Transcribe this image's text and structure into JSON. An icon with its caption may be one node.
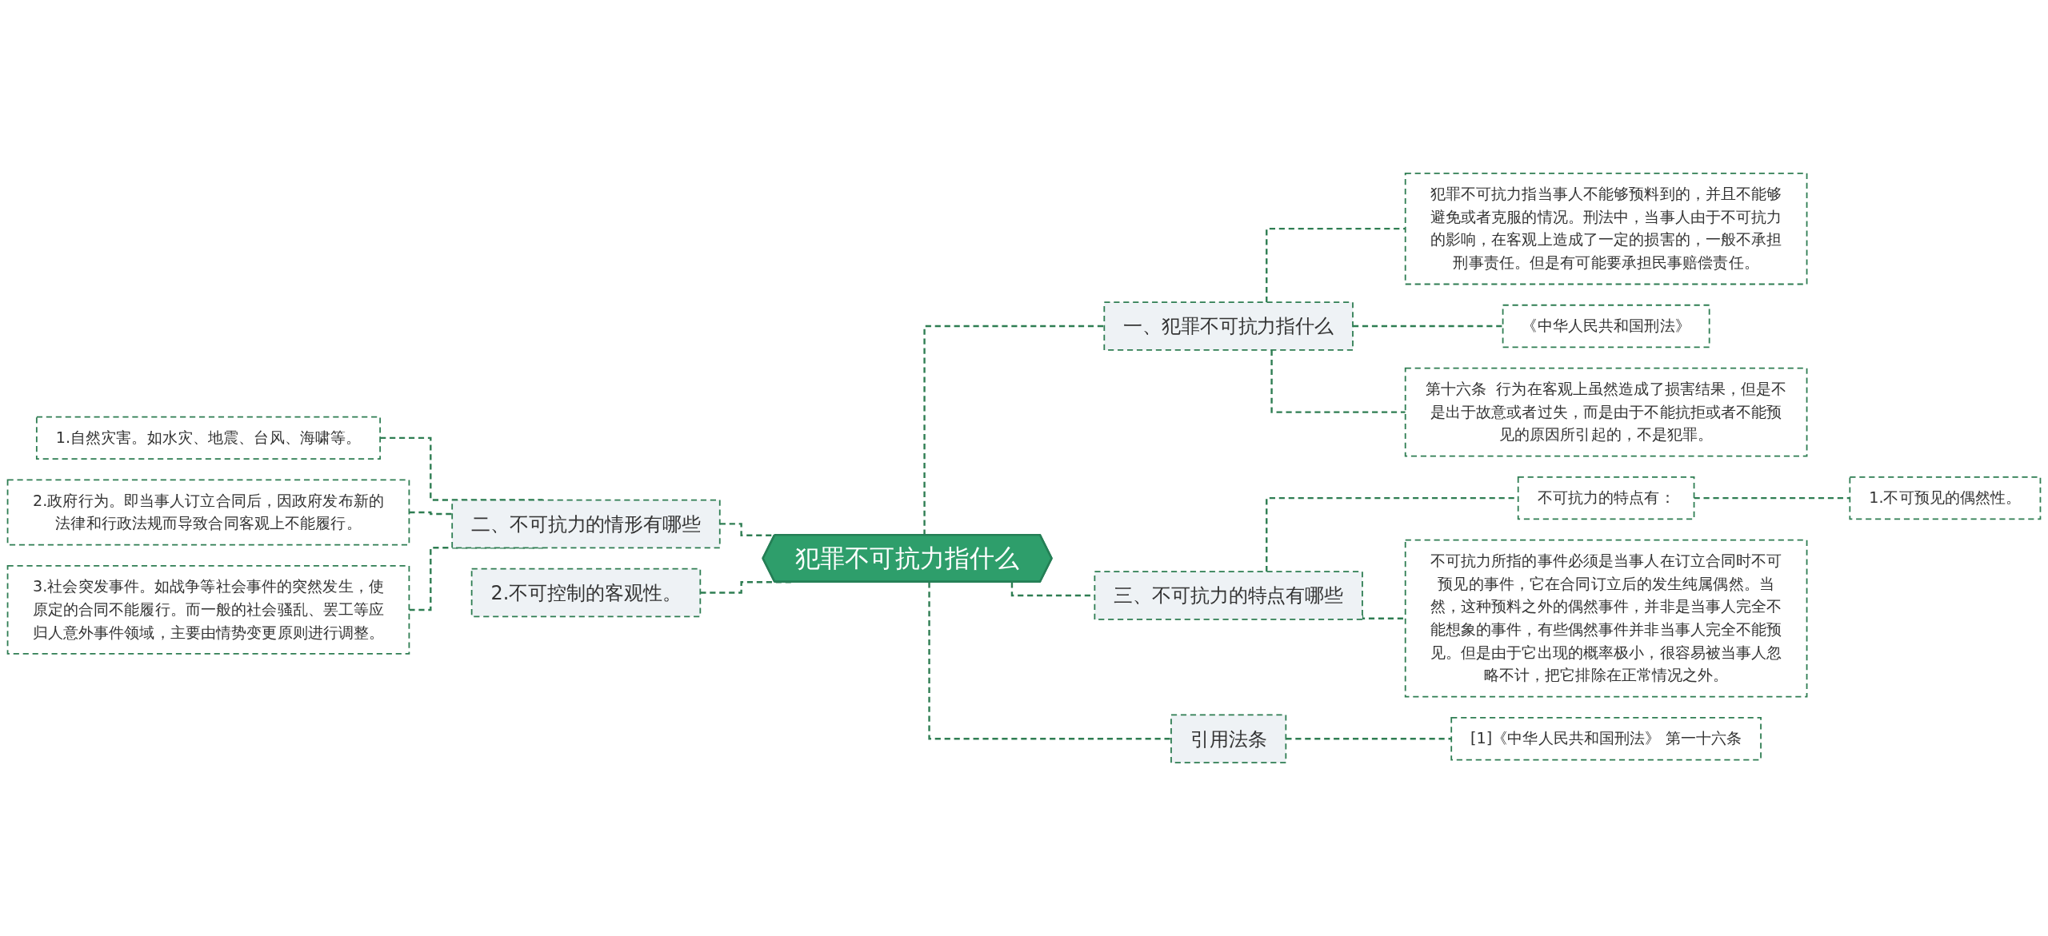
{
  "diagram": {
    "nodes": [
      {
        "text": [
          "犯罪不可抗力指什么"
        ]
      },
      {
        "text": [
          "二、不可抗力的情形有哪些"
        ]
      },
      {
        "text": [
          "1.自然灾害。如水灾、地震、台风、海啸等。"
        ]
      },
      {
        "text": [
          "2.政府行为。即当事人订立合同后，因政府发布新的法律和行政法规而导致合同客观上不能履行。"
        ]
      },
      {
        "text": [
          "3.社会突发事件。如战争等社会事件的突然发生，使原定的合同不能履行。而一般的社会骚乱、罢工等应归人意外事件领域，主要由情势变更原则进行调整。"
        ]
      },
      {
        "text": [
          "2.不可控制的客观性。"
        ]
      },
      {
        "text": [
          "一、犯罪不可抗力指什么"
        ]
      },
      {
        "text": [
          "犯罪不可抗力指当事人不能够预料到的，并且不能够避免或者克服的情况。刑法中，当事人由于不可抗力的影响，在客观上造成了一定的损害的，一般不承担刑事责任。但是有可能要承担民事赔偿责任。"
        ]
      },
      {
        "text": [
          "《中华人民共和国刑法》"
        ]
      },
      {
        "text": [
          "第十六条  行为在客观上虽然造成了损害结果，但是不是出于故意或者过失，而是由于不能抗拒或者不能预见的原因所引起的，不是犯罪。"
        ]
      },
      {
        "text": [
          "三、不可抗力的特点有哪些"
        ]
      },
      {
        "text": [
          "不可抗力的特点有："
        ]
      },
      {
        "text": [
          "1.不可预见的偶然性。"
        ]
      },
      {
        "text": [
          "不可抗力所指的事件必须是当事人在订立合同时不可预见的事件，它在合同订立后的发生纯属偶然。当然，这种预料之外的偶然事件，并非是当事人完全不能想象的事件，有些偶然事件并非当事人完全不能预见。但是由于它出现的概率极小，很容易被当事人忽略不计，把它排除在正常情况之外。"
        ]
      },
      {
        "text": [
          "引用法条"
        ]
      },
      {
        "text": [
          "[1]《中华人民共和国刑法》 第一十六条"
        ]
      }
    ],
    "edges": [
      {
        "from": 0,
        "to": 1,
        "arrow": "none",
        "style": "dashed"
      },
      {
        "from": 1,
        "to": 2,
        "arrow": "none",
        "style": "dashed"
      },
      {
        "from": 1,
        "to": 3,
        "arrow": "none",
        "style": "dashed"
      },
      {
        "from": 1,
        "to": 4,
        "arrow": "none",
        "style": "dashed"
      },
      {
        "from": 0,
        "to": 5,
        "arrow": "none",
        "style": "dashed"
      },
      {
        "from": 0,
        "to": 6,
        "arrow": "none",
        "style": "dashed"
      },
      {
        "from": 6,
        "to": 7,
        "arrow": "none",
        "style": "dashed"
      },
      {
        "from": 6,
        "to": 8,
        "arrow": "none",
        "style": "dashed"
      },
      {
        "from": 6,
        "to": 9,
        "arrow": "none",
        "style": "dashed"
      },
      {
        "from": 0,
        "to": 10,
        "arrow": "none",
        "style": "dashed"
      },
      {
        "from": 10,
        "to": 11,
        "arrow": "none",
        "style": "dashed"
      },
      {
        "from": 11,
        "to": 12,
        "arrow": "none",
        "style": "dashed"
      },
      {
        "from": 10,
        "to": 13,
        "arrow": "none",
        "style": "dashed"
      },
      {
        "from": 0,
        "to": 14,
        "arrow": "none",
        "style": "dashed"
      },
      {
        "from": 14,
        "to": 15,
        "arrow": "none",
        "style": "dashed"
      }
    ]
  }
}
